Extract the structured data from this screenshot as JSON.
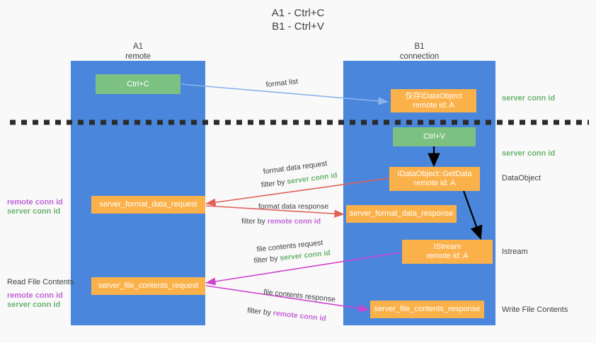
{
  "title": "A1 - Ctrl+C\nB1 - Ctrl+V",
  "columns": {
    "left": "A1\nremote",
    "right": "B1\nconnection"
  },
  "colors": {
    "lane": "#4a86dc",
    "green_box": "#7dc182",
    "orange_box": "#fbb14a",
    "server_conn_id": "#6bb36f",
    "remote_conn_id": "#c165d6",
    "arrow_format_list": "#8ab4e8",
    "arrow_format_data": "#e2605a",
    "arrow_file_contents": "#cc44cc",
    "arrow_internal": "#000000",
    "background": "#f9f9f9",
    "text": "#3c4043"
  },
  "boxes": {
    "ctrl_c": "Ctrl+C",
    "ctrl_v": "Ctrl+V",
    "data_object_store": "仅存IDataObject\nremote id: A",
    "get_data": "IDataObject::GetData\nremote id: A",
    "istream": "IStream\nremote id: A",
    "server_format_data_request": "server_format_data_request",
    "server_format_data_response": "server_format_data_response",
    "server_file_contents_request": "server_file_contents_request",
    "server_file_contents_response": "server_file_contents_response"
  },
  "right_notes": {
    "server_conn_id_1": "server conn id",
    "server_conn_id_2": "server conn id",
    "data_object": "DataObject",
    "istream": "Istream",
    "write_file_contents": "Write File Contents"
  },
  "left_notes": {
    "remote_conn_id_1": "remote conn id",
    "server_conn_id_1": "server conn id",
    "read_file_contents": "Read File Contents",
    "remote_conn_id_2": "remote conn id",
    "server_conn_id_2": "server conn id"
  },
  "edges": {
    "format_list": "format list",
    "format_data_request": "format data request",
    "format_data_request_filter_prefix": "filter by ",
    "format_data_request_filter_value": "server conn id",
    "format_data_response": "format data response",
    "format_data_response_filter_prefix": "filter by ",
    "format_data_response_filter_value": "remote conn id",
    "file_contents_request": "file contents request",
    "file_contents_request_filter_prefix": "filter by ",
    "file_contents_request_filter_value": "server conn id",
    "file_contents_response": "file contents response",
    "file_contents_response_filter_prefix": "filter by ",
    "file_contents_response_filter_value": "remote conn id"
  }
}
